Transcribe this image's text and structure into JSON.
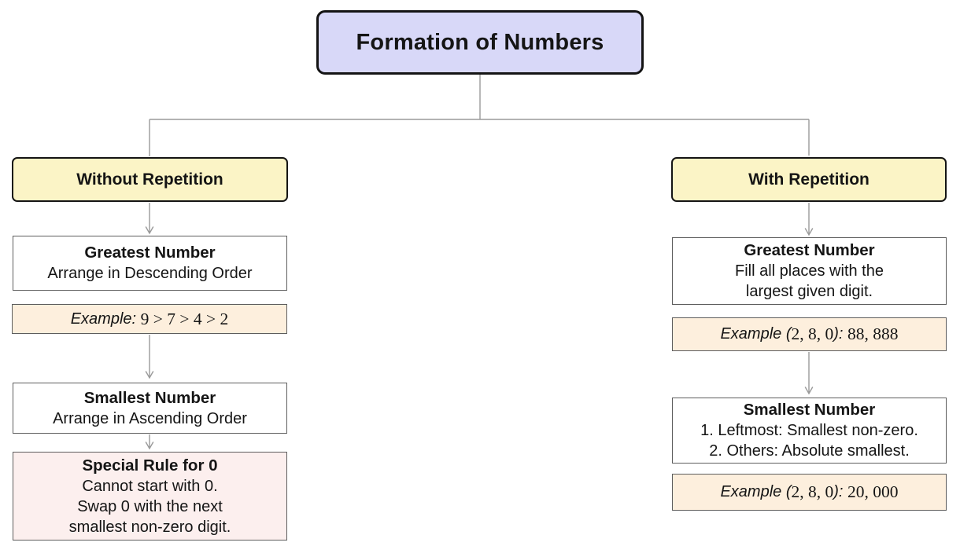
{
  "title": "Formation of Numbers",
  "left": {
    "header": "Without Repetition",
    "greatest": {
      "title": "Greatest Number",
      "lines": [
        "Arrange in Descending Order"
      ]
    },
    "example1": {
      "parts": [
        {
          "text": "Example: "
        },
        {
          "text": "9 > 7 > 4 > 2"
        }
      ]
    },
    "smallest": {
      "title": "Smallest Number",
      "lines": [
        "Arrange in Ascending Order"
      ]
    },
    "special": {
      "title": "Special Rule for 0",
      "lines": [
        "Cannot start with 0.",
        "Swap 0 with the next",
        "smallest non-zero digit."
      ]
    }
  },
  "right": {
    "header": "With Repetition",
    "greatest": {
      "title": "Greatest Number",
      "lines": [
        "Fill all places with the",
        "largest given digit."
      ]
    },
    "example1": {
      "parts": [
        {
          "text": "Example ("
        },
        {
          "text": "2, 8, 0"
        },
        {
          "text": "): "
        },
        {
          "text": "88, 888"
        }
      ]
    },
    "smallest": {
      "title": "Smallest Number",
      "lines": [
        "1. Leftmost: Smallest non-zero.",
        "2. Others: Absolute smallest."
      ]
    },
    "example2": {
      "parts": [
        {
          "text": "Example ("
        },
        {
          "text": "2, 8, 0"
        },
        {
          "text": "): "
        },
        {
          "text": "20, 000"
        }
      ]
    }
  },
  "colors": {
    "lavender": "#d8d8f8",
    "yellow": "#fbf4c6",
    "peach": "#fdefdd",
    "pink": "#fcefee",
    "line": "#9a9a9a",
    "border_dark": "#141414",
    "border_gray": "#5d5d5d",
    "text": "#151515"
  }
}
